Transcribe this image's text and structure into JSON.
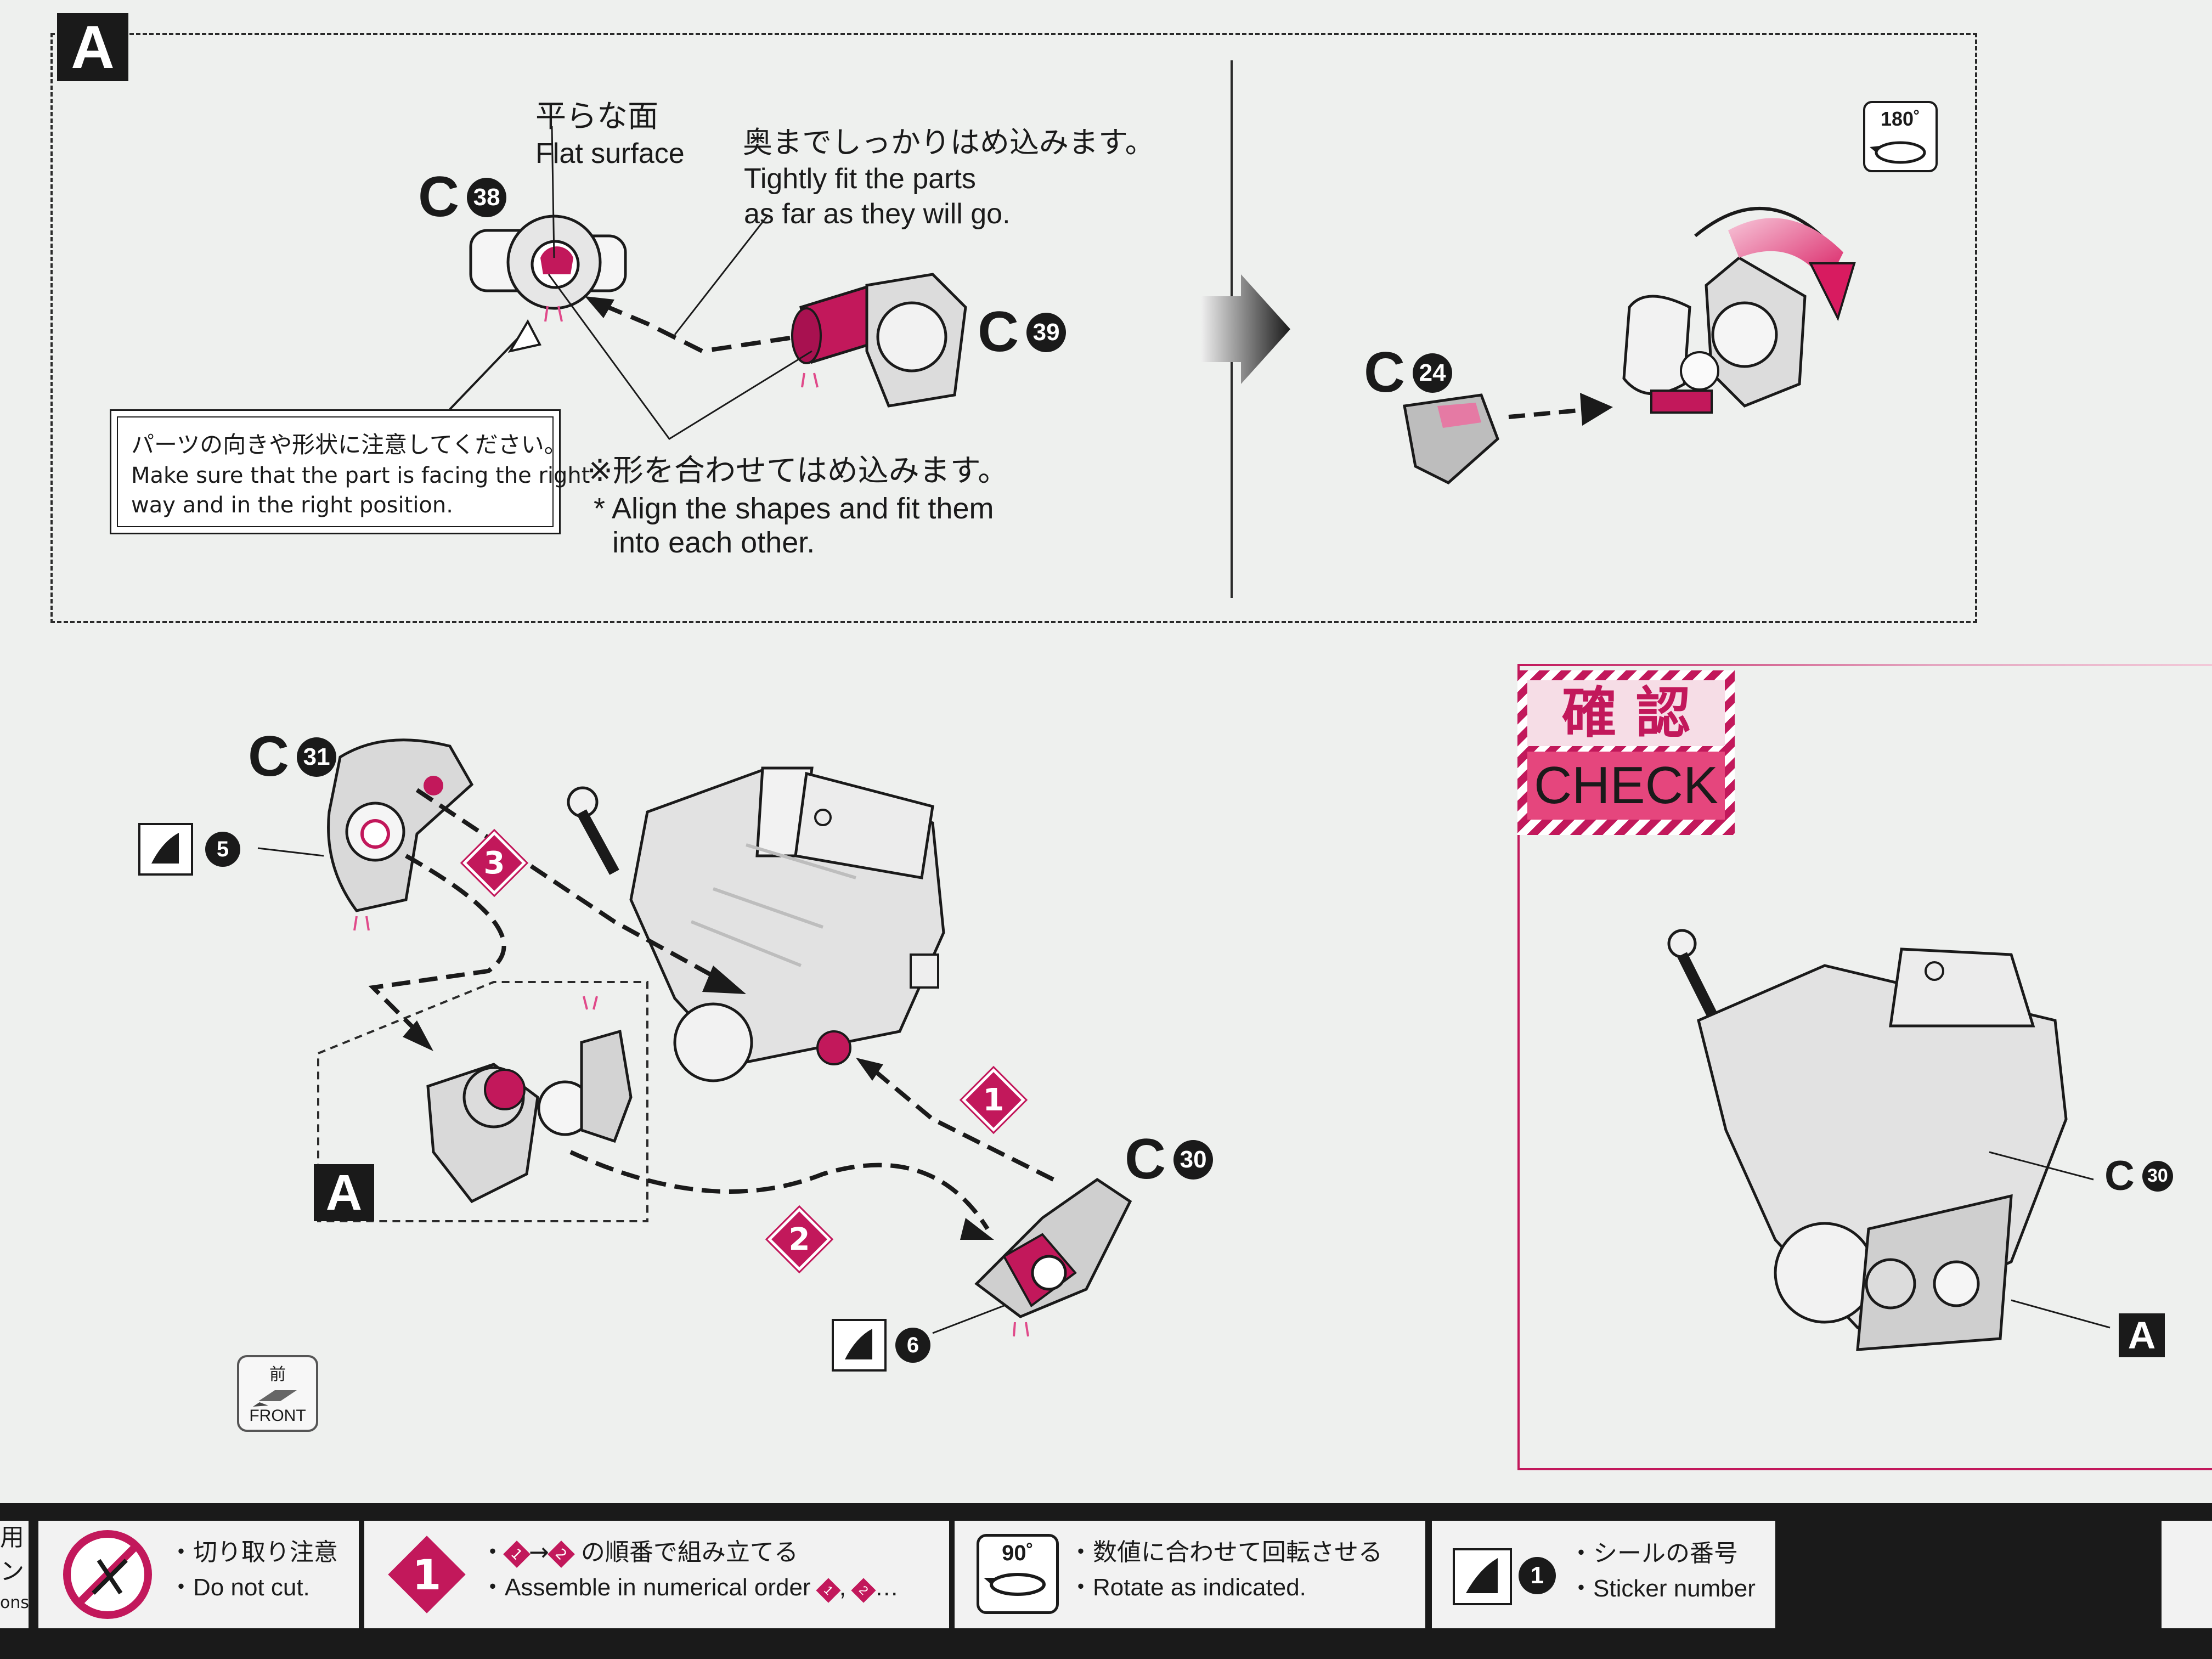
{
  "step_a": {
    "badge": "A"
  },
  "callouts": {
    "flat_surface_jp": "平らな面",
    "flat_surface_en": "Flat surface",
    "tight_fit_jp": "奥までしっかりはめ込みます。",
    "tight_fit_en_1": "Tightly fit the parts",
    "tight_fit_en_2": "as far as they will go.",
    "align_jp": "※形を合わせてはめ込みます。",
    "align_en_1": "* Align the shapes and fit them",
    "align_en_2": "into each other.",
    "orientation_jp": "パーツの向きや形状に注意してください。",
    "orientation_en_1": "Make sure that the part is facing the right",
    "orientation_en_2": "way and in the right position."
  },
  "parts": {
    "c38": {
      "letter": "C",
      "num": "38"
    },
    "c39": {
      "letter": "C",
      "num": "39"
    },
    "c24": {
      "letter": "C",
      "num": "24"
    },
    "c31": {
      "letter": "C",
      "num": "31"
    },
    "c30": {
      "letter": "C",
      "num": "30"
    },
    "c30_check": {
      "letter": "C",
      "num": "30"
    }
  },
  "rotate_icon": {
    "label": "180˚",
    "icon": "rotate-icon"
  },
  "stickers": {
    "s5": "5",
    "s6": "6"
  },
  "order_steps": [
    "1",
    "2",
    "3"
  ],
  "sub_a_badge": "A",
  "check_a_badge": "A",
  "check": {
    "jp": "確 認",
    "en": "CHECK"
  },
  "front": {
    "jp": "前",
    "en": "FRONT"
  },
  "legend": {
    "left_fragment_1": "用",
    "left_fragment_2": "ン",
    "left_fragment_3": "ons",
    "cut": {
      "jp": "・切り取り注意",
      "en": "・Do not cut."
    },
    "order": {
      "step1": "1",
      "arrow": "→",
      "step2": "2",
      "jp_suffix": "の順番で組み立てる",
      "en": "・Assemble in numerical order",
      "en_suffix": "…",
      "big": "1",
      "dot": "・"
    },
    "rotate": {
      "badge": "90˚",
      "jp": "・数値に合わせて回転させる",
      "en": "・Rotate as indicated."
    },
    "sticker": {
      "num": "1",
      "jp": "・シールの番号",
      "en": "・Sticker number"
    }
  },
  "colors": {
    "accent": "#c2185b",
    "ink": "#1a1a1a",
    "paper": "#eef0ee"
  }
}
